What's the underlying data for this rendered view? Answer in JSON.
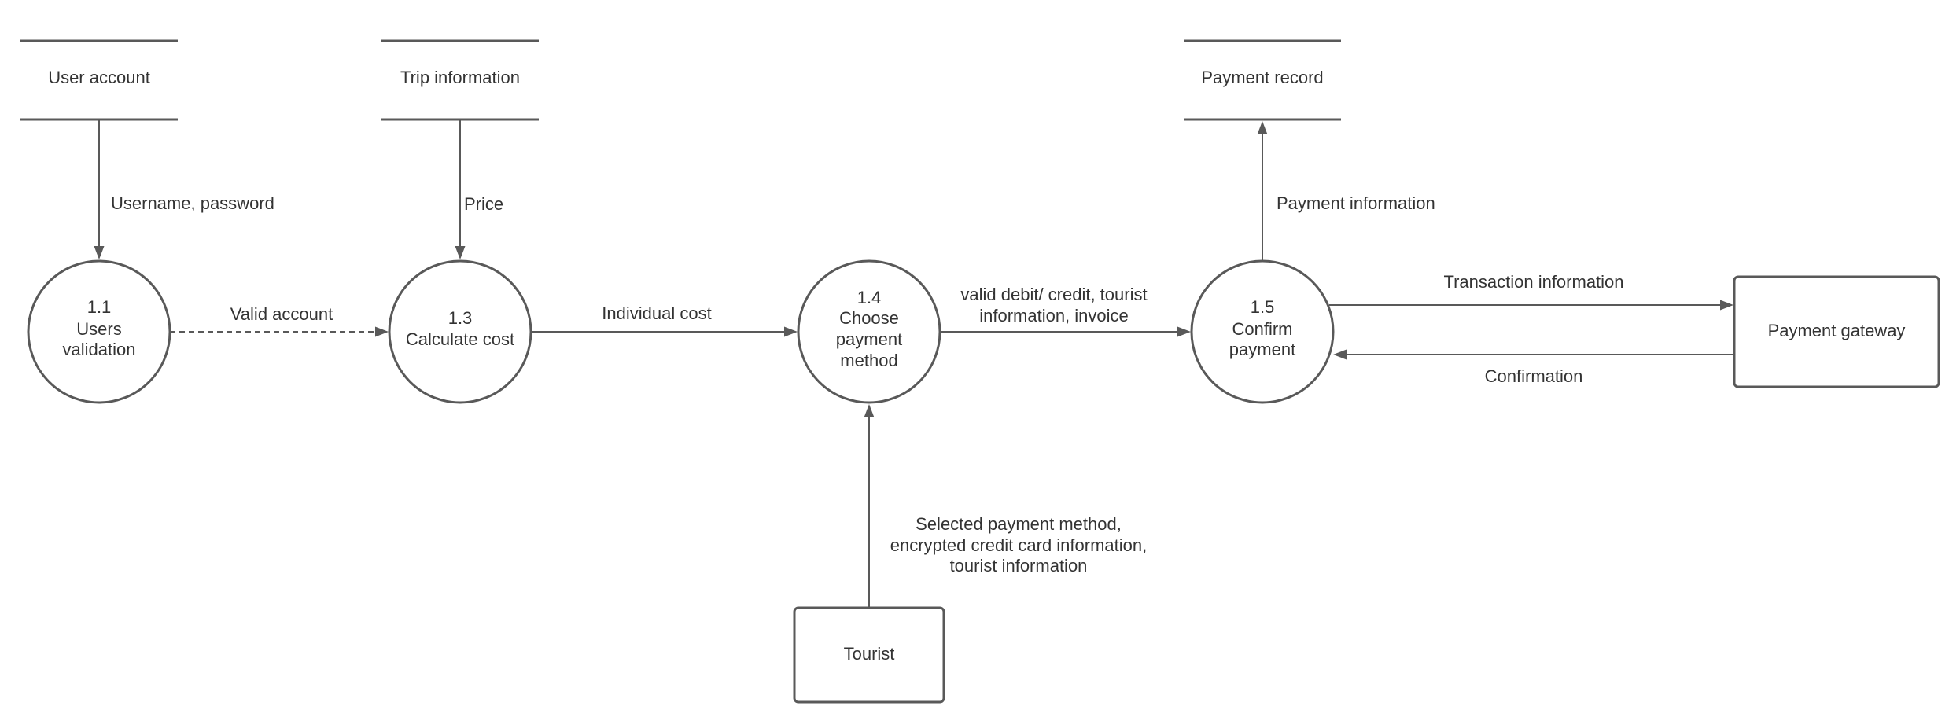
{
  "data_stores": {
    "user_account": "User account",
    "trip_information": "Trip information",
    "payment_record": "Payment record"
  },
  "processes": {
    "p11": {
      "number": "1.1",
      "line1": "Users",
      "line2": "validation"
    },
    "p13": {
      "number": "1.3",
      "line1": "Calculate cost"
    },
    "p14": {
      "number": "1.4",
      "line1": "Choose",
      "line2": "payment",
      "line3": "method"
    },
    "p15": {
      "number": "1.5",
      "line1": "Confirm",
      "line2": "payment"
    }
  },
  "entities": {
    "tourist": "Tourist",
    "payment_gateway": "Payment gateway"
  },
  "flows": {
    "username_password": "Username, password",
    "price": "Price",
    "valid_account": "Valid account",
    "individual_cost": "Individual cost",
    "valid_debit_line1": "valid debit/ credit, tourist",
    "valid_debit_line2": "information, invoice",
    "payment_information": "Payment information",
    "transaction_information": "Transaction information",
    "confirmation": "Confirmation",
    "selected_line1": "Selected payment method,",
    "selected_line2": "encrypted credit card information,",
    "selected_line3": "tourist information"
  },
  "colors": {
    "stroke": "#595959",
    "text": "#333333",
    "background": "#ffffff"
  }
}
